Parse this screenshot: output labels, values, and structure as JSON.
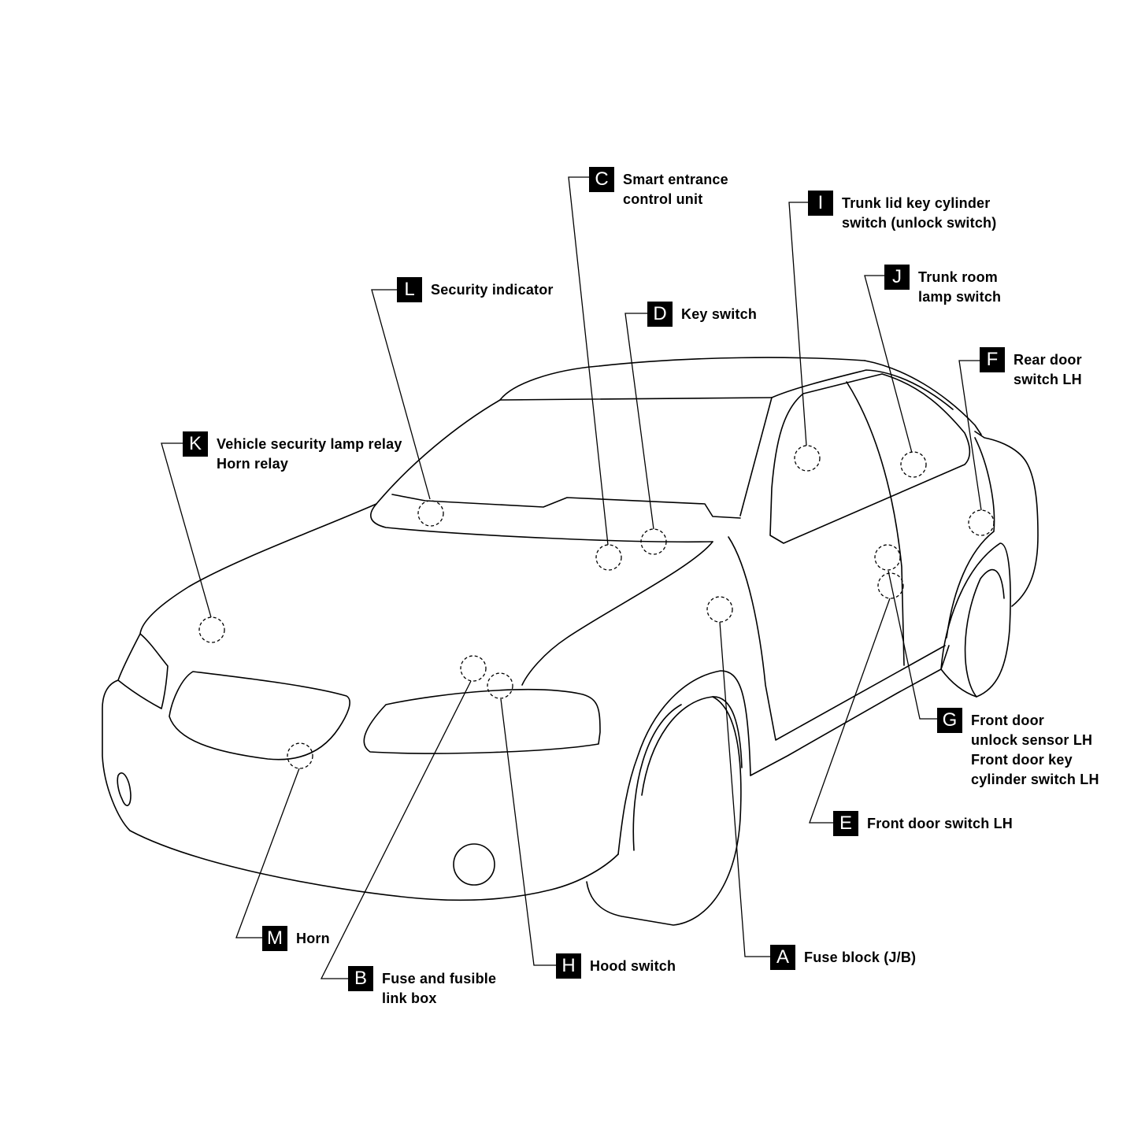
{
  "components": [
    {
      "id": "A",
      "badge": "A",
      "lines": [
        "Fuse block (J/B)"
      ]
    },
    {
      "id": "B",
      "badge": "B",
      "lines": [
        "Fuse and fusible",
        "link box"
      ]
    },
    {
      "id": "C",
      "badge": "C",
      "lines": [
        "Smart entrance",
        "control unit"
      ]
    },
    {
      "id": "D",
      "badge": "D",
      "lines": [
        "Key switch"
      ]
    },
    {
      "id": "E",
      "badge": "E",
      "lines": [
        "Front door switch LH"
      ]
    },
    {
      "id": "F",
      "badge": "F",
      "lines": [
        "Rear door",
        "switch LH"
      ]
    },
    {
      "id": "G",
      "badge": "G",
      "lines": [
        "Front door",
        "unlock sensor LH",
        "Front door key",
        "cylinder switch LH"
      ]
    },
    {
      "id": "H",
      "badge": "H",
      "lines": [
        "Hood switch"
      ]
    },
    {
      "id": "I",
      "badge": "I",
      "lines": [
        "Trunk lid key cylinder",
        "switch (unlock switch)"
      ]
    },
    {
      "id": "J",
      "badge": "J",
      "lines": [
        "Trunk room",
        "lamp switch"
      ]
    },
    {
      "id": "K",
      "badge": "K",
      "lines": [
        "Vehicle security lamp relay",
        "Horn relay"
      ]
    },
    {
      "id": "L",
      "badge": "L",
      "lines": [
        "Security indicator"
      ]
    },
    {
      "id": "M",
      "badge": "M",
      "lines": [
        "Horn"
      ]
    }
  ]
}
